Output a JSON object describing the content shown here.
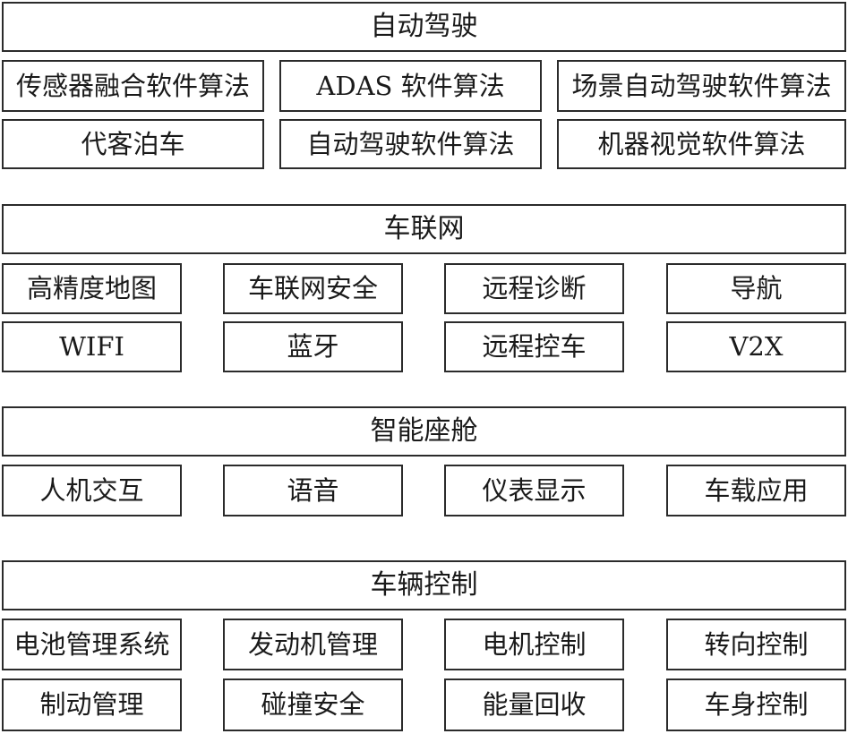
{
  "sections": [
    {
      "title": "自动驾驶",
      "rows": [
        [
          "传感器融合软件算法",
          "ADAS 软件算法",
          "场景自动驾驶软件算法"
        ],
        [
          "代客泊车",
          "自动驾驶软件算法",
          "机器视觉软件算法"
        ]
      ]
    },
    {
      "title": "车联网",
      "rows": [
        [
          "高精度地图",
          "车联网安全",
          "远程诊断",
          "导航"
        ],
        [
          "WIFI",
          "蓝牙",
          "远程控车",
          "V2X"
        ]
      ]
    },
    {
      "title": "智能座舱",
      "rows": [
        [
          "人机交互",
          "语音",
          "仪表显示",
          "车载应用"
        ]
      ]
    },
    {
      "title": "车辆控制",
      "rows": [
        [
          "电池管理系统",
          "发动机管理",
          "电机控制",
          "转向控制"
        ],
        [
          "制动管理",
          "碰撞安全",
          "能量回收",
          "车身控制"
        ]
      ]
    }
  ]
}
